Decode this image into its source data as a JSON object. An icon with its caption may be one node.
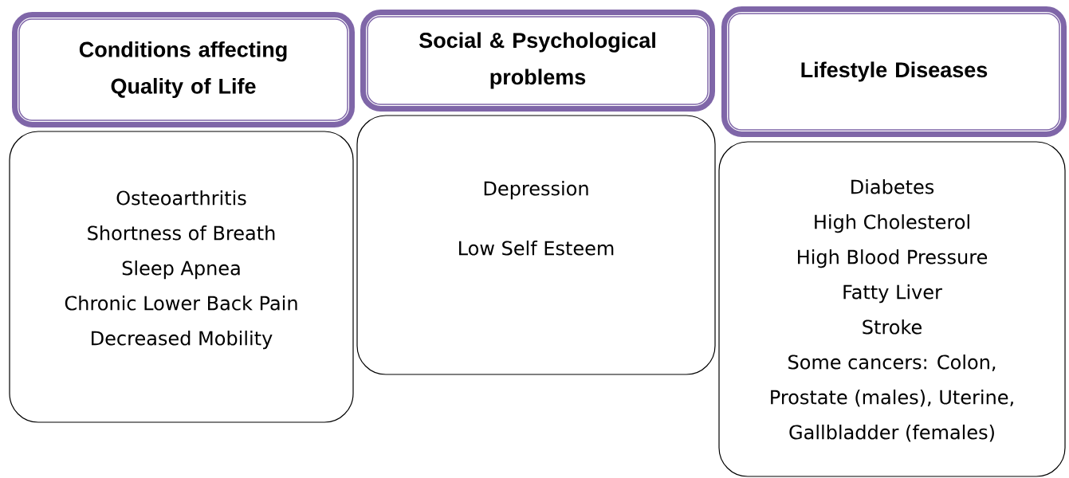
{
  "diagram": {
    "nodes": [
      {
        "text": [
          "Conditions affecting Quality of Life"
        ]
      },
      {
        "text": [
          "Osteoarthritis",
          "Shortness of Breath",
          "Sleep Apnea",
          "Chronic Lower Back Pain",
          "Decreased Mobility"
        ]
      },
      {
        "text": [
          "Social & Psychological problems"
        ]
      },
      {
        "text": [
          "Depression",
          "Low Self Esteem"
        ]
      },
      {
        "text": [
          "Lifestyle Diseases"
        ]
      },
      {
        "text": [
          "Diabetes",
          "High Cholesterol",
          "High Blood Pressure",
          "Fatty Liver",
          "Stroke",
          "Some cancers: Colon, Prostate (males), Uterine, Gallbladder (females)"
        ]
      }
    ]
  }
}
